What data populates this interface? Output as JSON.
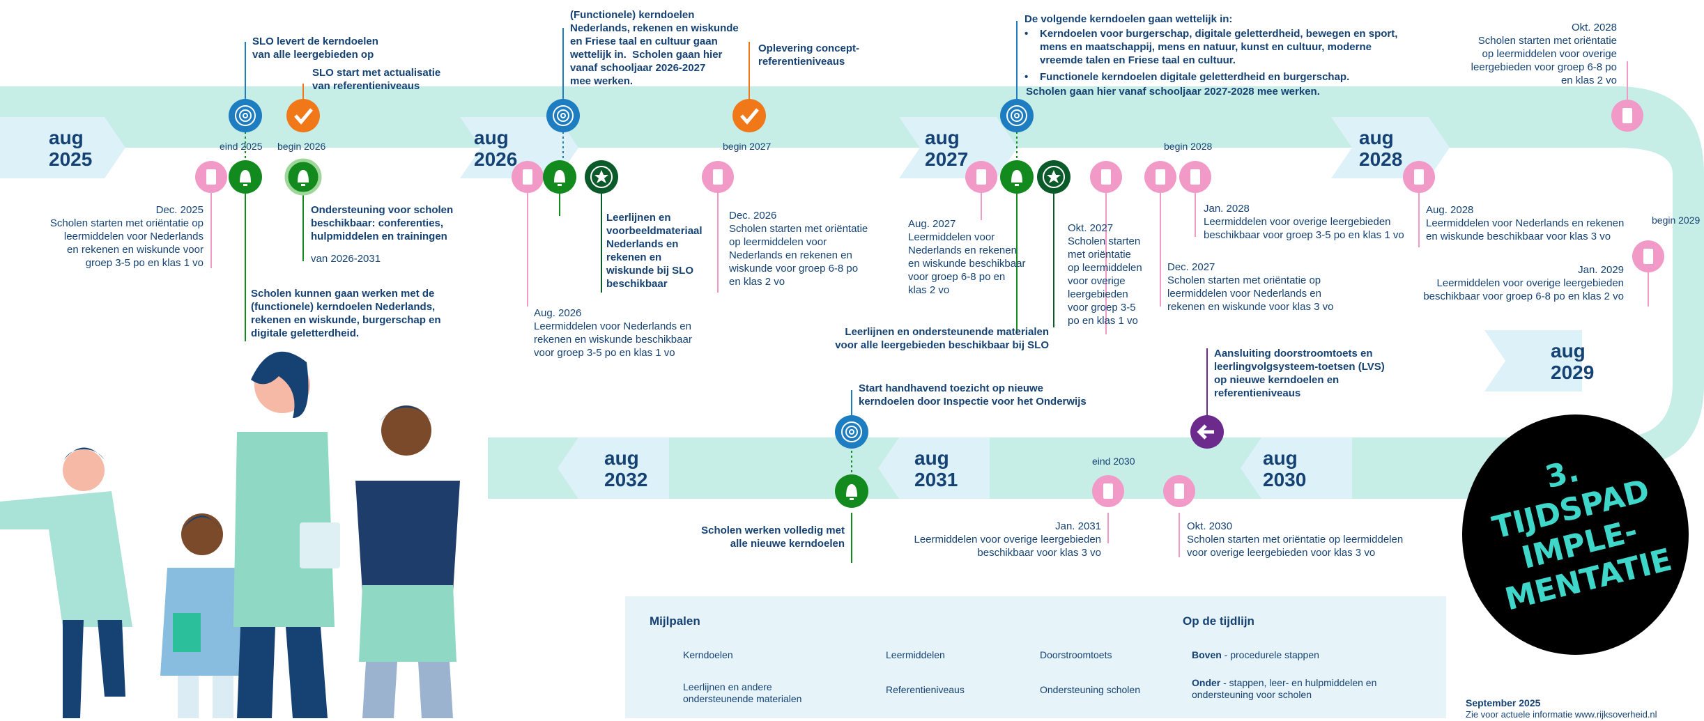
{
  "years": {
    "y2025": "aug\n2025",
    "y2026": "aug\n2026",
    "y2027": "aug\n2027",
    "y2028": "aug\n2028",
    "y2029": "aug\n2029",
    "y2030": "aug\n2030",
    "y2031": "aug\n2031",
    "y2032": "aug\n2032"
  },
  "markers": {
    "eind2025": "eind 2025",
    "begin2026": "begin 2026",
    "begin2027": "begin 2027",
    "begin2028": "begin 2028",
    "begin2029": "begin 2029",
    "eind2030": "eind 2030"
  },
  "top": {
    "slo_kerndoelen": "SLO levert de kerndoelen\nvan alle leergebieden op",
    "slo_referentie": "SLO start met actualisatie\nvan referentieniveaus",
    "functionele": "(Functionele) kerndoelen\nNederlands, rekenen en wiskunde\nen Friese taal en cultuur gaan\nwettelijk in.  Scholen gaan hier\nvanaf schooljaar 2026-2027\nmee werken.",
    "oplevering": "Oplevering concept-\nreferentieniveaus",
    "volgende_title": "De volgende kerndoelen gaan wettelijk in:",
    "volgende_item1": "Kerndoelen voor burgerschap, digitale geletterdheid, bewegen en sport,\nmens en maatschappij, mens en natuur, kunst en cultuur, moderne\nvreemde talen en Friese taal en cultuur.",
    "volgende_item2": "Functionele kerndoelen digitale geletterdheid en burgerschap.",
    "volgende_footer": "Scholen gaan hier vanaf schooljaar 2027-2028 mee werken.",
    "okt2028": "Okt. 2028\nScholen starten met oriëntatie\nop leermiddelen voor overige\nleergebieden voor groep 6-8 po\nen klas 2 vo",
    "start_toezicht": "Start handhavend toezicht op nieuwe\nkerndoelen door Inspectie voor het Onderwijs",
    "aansluiting": "Aansluiting doorstroomtoets en\nleerlingvolgsysteem-toetsen (LVS)\nop nieuwe kerndoelen en\nreferentieniveaus"
  },
  "bottom": {
    "dec2025": "Dec. 2025\nScholen starten met oriëntatie op\nleermiddelen voor Nederlands\nen rekenen en wiskunde voor\ngroep 3-5 po en klas 1 vo",
    "ondersteuning_title": "Ondersteuning voor scholen\nbeschikbaar: conferenties,\nhulpmiddelen en trainingen",
    "ondersteuning_sub": "van 2026-2031",
    "scholen_kunnen": "Scholen kunnen gaan werken met de\n(functionele) kerndoelen Nederlands,\nrekenen en wiskunde, burgerschap en\ndigitale geletterdheid.",
    "aug2026": "Aug. 2026\nLeermiddelen voor Nederlands en\nrekenen en wiskunde beschikbaar\nvoor groep 3-5 po en klas 1 vo",
    "leerlijnen_slo": "Leerlijnen en\nvoorbeeldmateriaal\nNederlands en\nrekenen en\nwiskunde bij SLO\nbeschikbaar",
    "dec2026": "Dec. 2026\nScholen starten met oriëntatie\nop leermiddelen voor\nNederlands en rekenen en\nwiskunde voor groep 6-8 po\nen klas 2 vo",
    "aug2027": "Aug. 2027\nLeermiddelen voor\nNederlands en rekenen\nen wiskunde beschikbaar\nvoor groep 6-8 po en\nklas 2 vo",
    "leerlijnen_alle": "Leerlijnen en ondersteunende materialen\nvoor alle leergebieden beschikbaar bij SLO",
    "okt2027": "Okt. 2027\nScholen starten\nmet oriëntatie\nop leermiddelen\nvoor overige\nleergebieden\nvoor groep 3-5\npo en klas 1 vo",
    "jan2028": "Jan. 2028\nLeermiddelen voor overige leergebieden\nbeschikbaar voor groep 3-5 po en klas 1 vo",
    "dec2027": "Dec. 2027\nScholen starten met oriëntatie op\nleermiddelen voor Nederlands en\nrekenen en wiskunde voor klas 3 vo",
    "aug2028": "Aug. 2028\nLeermiddelen voor Nederlands en rekenen\nen wiskunde beschikbaar voor klas 3 vo",
    "jan2029": "Jan. 2029\nLeermiddelen voor overige leergebieden\nbeschikbaar voor groep 6-8 po en klas 2 vo",
    "volledig": "Scholen werken volledig met\nalle nieuwe kerndoelen",
    "jan2031": "Jan. 2031\nLeermiddelen voor overige leergebieden\nbeschikbaar voor klas 3 vo",
    "okt2030": "Okt. 2030\nScholen starten met oriëntatie op leermiddelen\nvoor overige leergebieden voor klas 3 vo"
  },
  "legend": {
    "mijlpalen_title": "Mijlpalen",
    "kerndoelen": "Kerndoelen",
    "leermiddelen": "Leermiddelen",
    "doorstroomtoets": "Doorstroomtoets",
    "leerlijnen": "Leerlijnen en andere\nondersteunende materialen",
    "referentieniveaus": "Referentieniveaus",
    "ondersteuning": "Ondersteuning scholen",
    "tijdlijn_title": "Op de tijdlijn",
    "boven_b": "Boven",
    "boven": " - procedurele stappen",
    "onder_b": "Onder",
    "onder": " - stappen, leer- en hulpmiddelen en\nondersteuning voor scholen"
  },
  "badge": "3.\nTIJDSPAD\nIMPLE-\nMENTATIE",
  "footer": {
    "date": "September 2025",
    "info": "Zie voor actuele informatie www.rijksoverheid.nl"
  },
  "colors": {
    "band": "#c6ede6",
    "band_dark": "#9fe0d5",
    "kerndoelen": "#1e7cc1",
    "leermiddelen": "#f19ac8",
    "ondersteuning": "#128a1e",
    "leerlijnen": "#0b5a2a",
    "referentie": "#f07818",
    "doorstroom": "#6b2a8c"
  }
}
